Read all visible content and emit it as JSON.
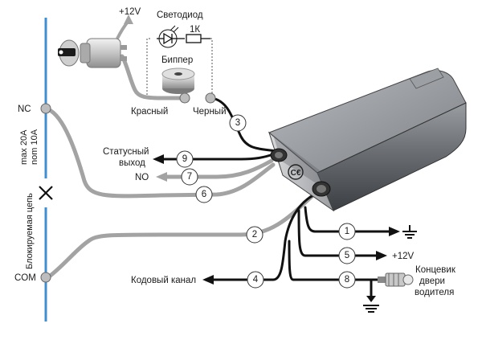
{
  "labels": {
    "plus12_top": "+12V",
    "led": "Светодиод",
    "resistor": "1К",
    "beeper": "Биппер",
    "red": "Красный",
    "black": "Черный",
    "nc": "NC",
    "com": "COM",
    "max_current": "max 20A",
    "nom_current": "nom 10A",
    "blocked_circuit": "Блокируемая цепь",
    "status_output_line1": "Статусный",
    "status_output_line2": "выход",
    "no": "NO",
    "code_channel": "Кодовый канал",
    "plus12_right": "+12V",
    "door_switch_line1": "Концевик",
    "door_switch_line2": "двери",
    "door_switch_line3": "водителя"
  },
  "wire_numbers": {
    "w1": "1",
    "w2": "2",
    "w3": "3",
    "w4": "4",
    "w5": "5",
    "w6": "6",
    "w7": "7",
    "w8": "8",
    "w9": "9"
  },
  "colors": {
    "bus_blue": "#3d8fd1",
    "wire_gray": "#a0a0a0",
    "wire_black": "#111111",
    "module_dark": "#4a4d52",
    "module_light": "#8e9196"
  }
}
